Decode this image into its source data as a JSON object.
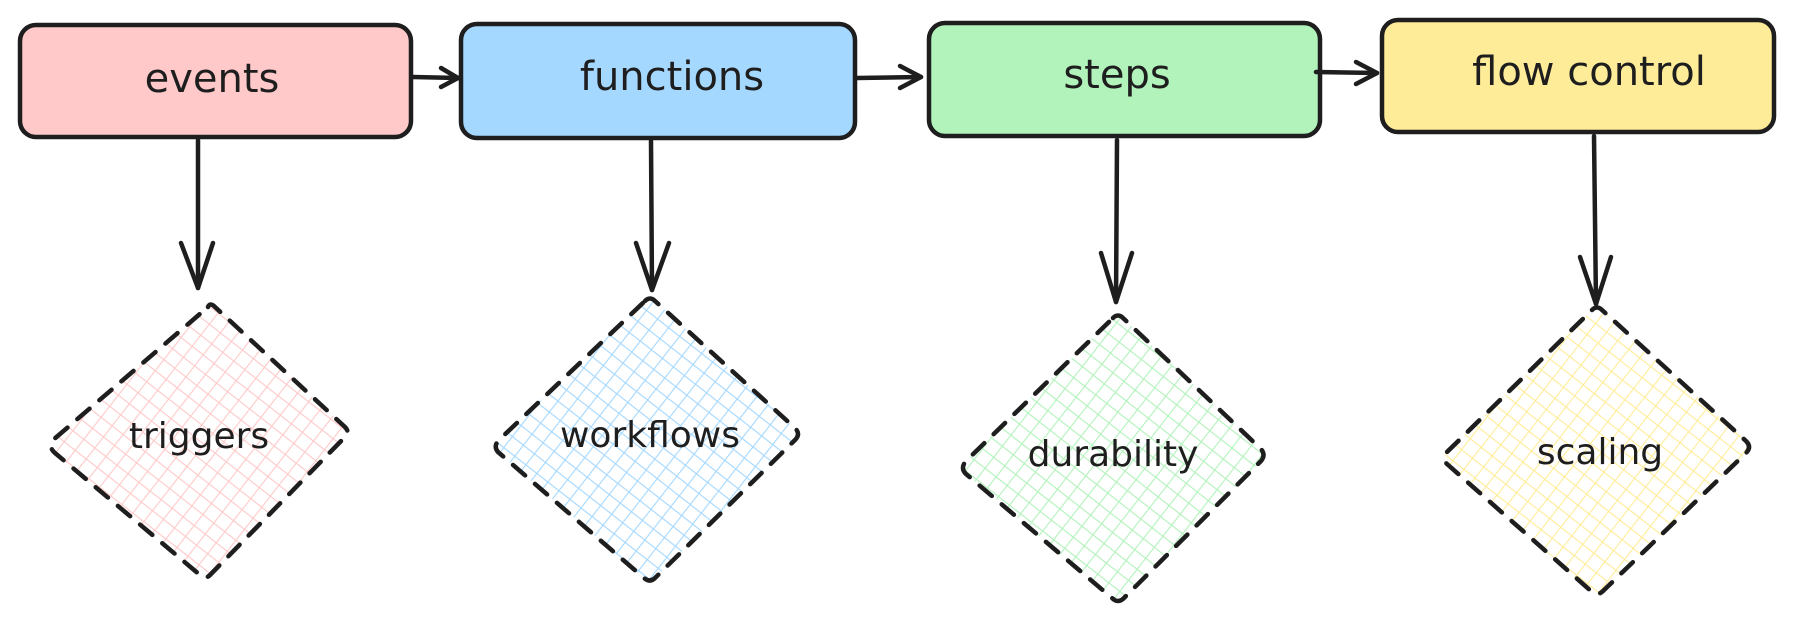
{
  "nodes": [
    {
      "label": "events",
      "color": "#ffc9c9"
    },
    {
      "label": "functions",
      "color": "#a5d8ff"
    },
    {
      "label": "steps",
      "color": "#b2f2bb"
    },
    {
      "label": "flow control",
      "color": "#ffec99"
    }
  ],
  "outcomes": [
    {
      "label": "triggers",
      "color": "#ffc9c9"
    },
    {
      "label": "workflows",
      "color": "#a5d8ff"
    },
    {
      "label": "durability",
      "color": "#b2f2bb"
    },
    {
      "label": "scaling",
      "color": "#ffec99"
    }
  ],
  "stroke_color": "#1e1e1e"
}
